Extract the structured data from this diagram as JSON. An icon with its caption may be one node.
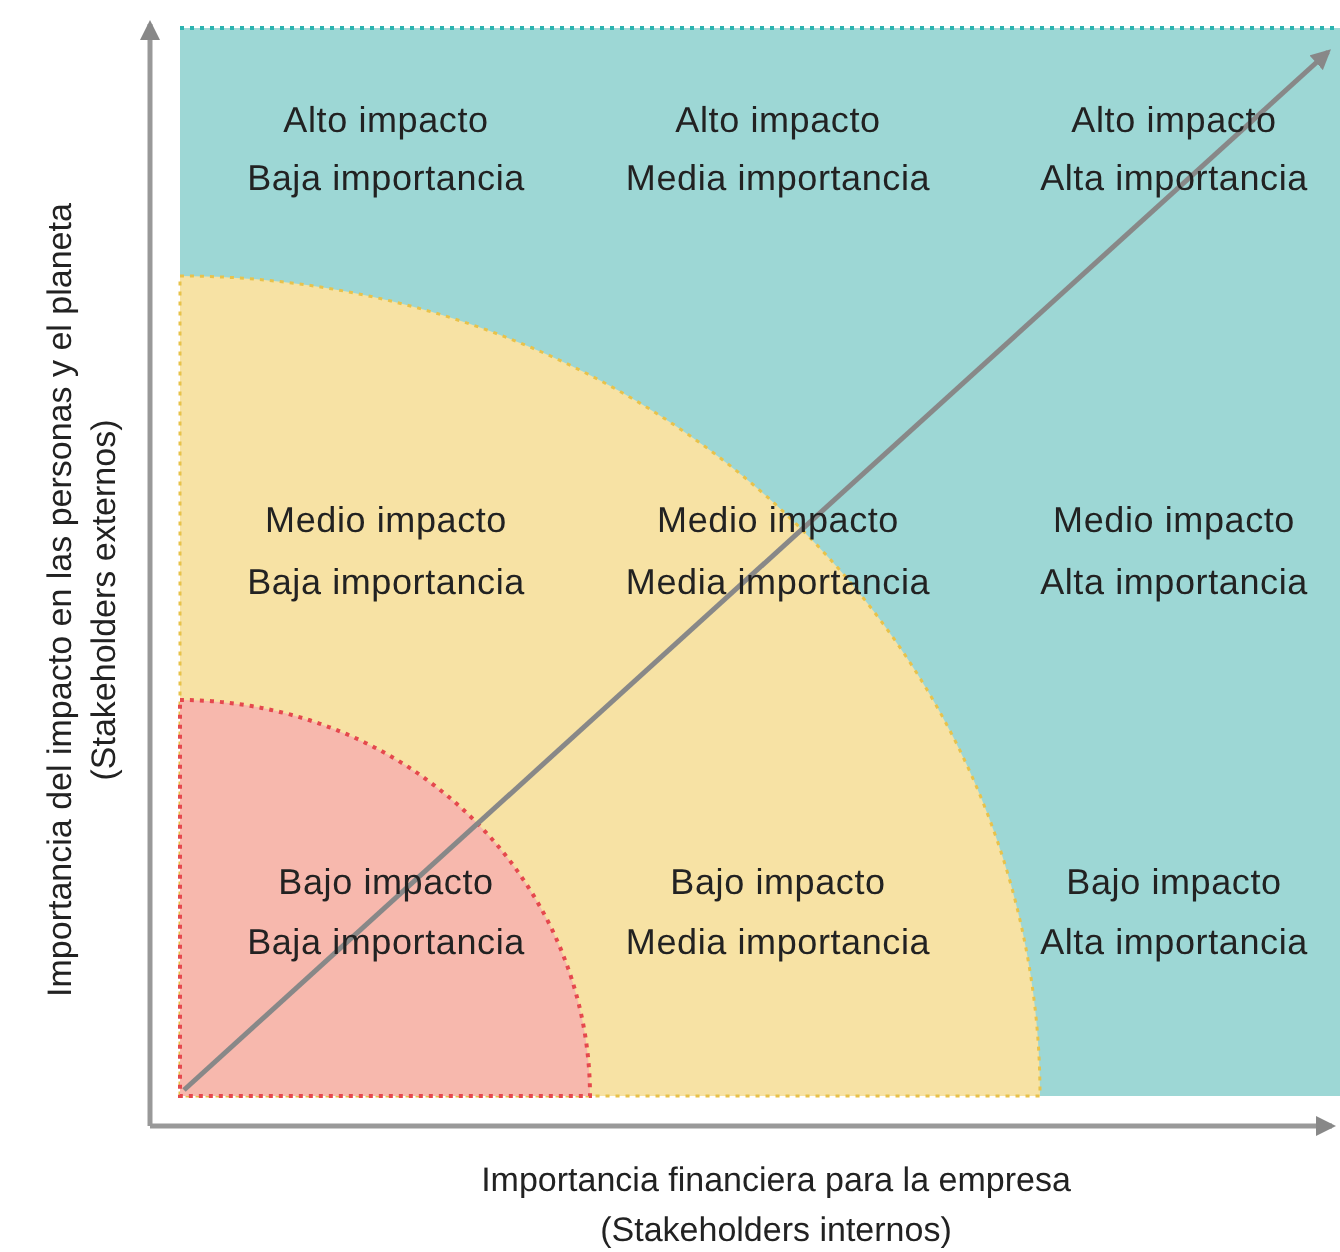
{
  "diagram": {
    "labels": [
      "Alto impacto",
      "Baja importancia",
      "Alto impacto",
      "Media importancia",
      "Alto impacto",
      "Alta importancia",
      "Medio impacto",
      "Baja importancia",
      "Medio impacto",
      "Media importancia",
      "Medio impacto",
      "Alta importancia",
      "Bajo impacto",
      "Baja importancia",
      "Bajo impacto",
      "Media importancia",
      "Bajo impacto",
      "Alta  importancia",
      "Importancia del impacto en las personas y el planeta",
      "(Stakeholders externos)",
      "Importancia financiera para la empresa",
      "(Stakeholders internos)"
    ]
  }
}
